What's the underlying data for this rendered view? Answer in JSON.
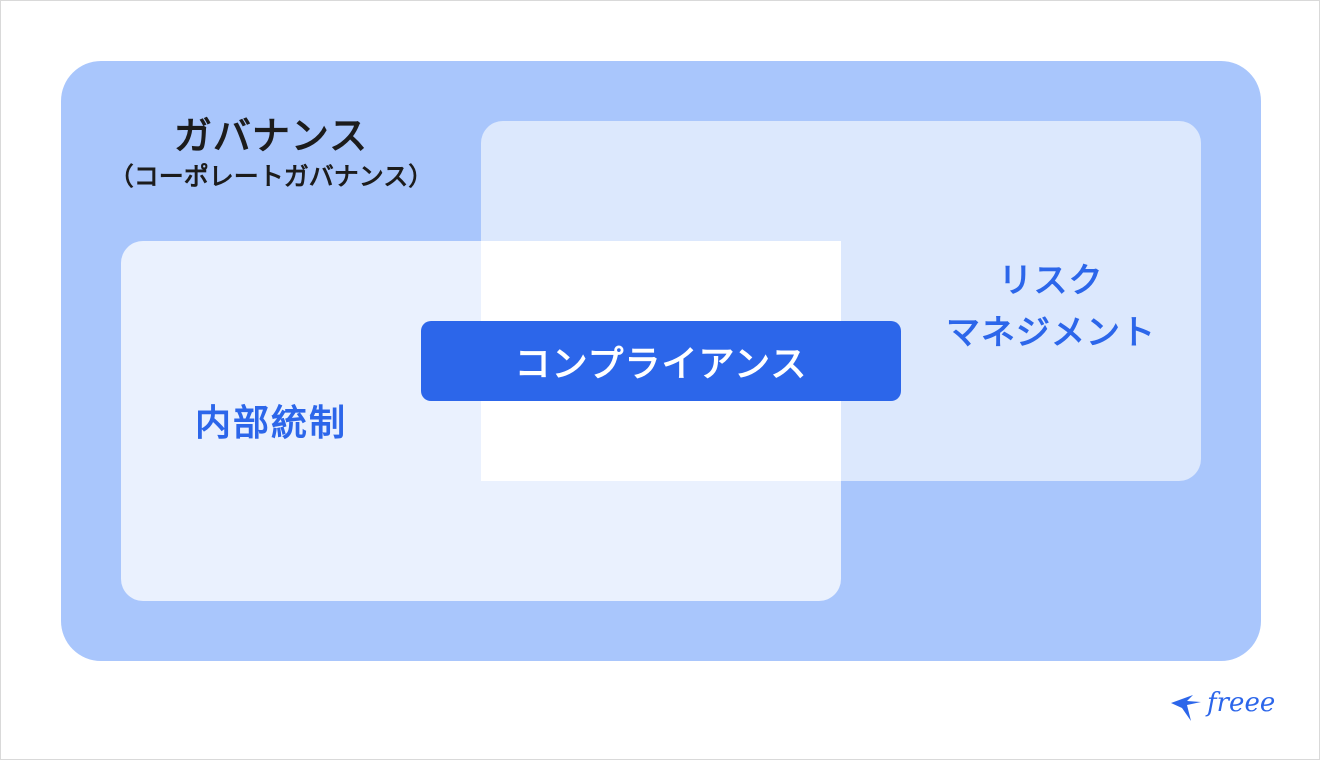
{
  "colors": {
    "outer_fill": "#a9c6fc",
    "risk_fill": "#dce8fd",
    "control_fill": "#eaf1fe",
    "overlap_fill": "#ffffff",
    "accent": "#2c66ea",
    "title_text": "#1c1c1c",
    "frame_border": "#d9d9d9"
  },
  "governance": {
    "title": "ガバナンス",
    "subtitle": "（コーポレートガバナンス）"
  },
  "risk_management": {
    "line1": "リスク",
    "line2": "マネジメント"
  },
  "internal_control": {
    "label": "内部統制"
  },
  "compliance": {
    "label": "コンプライアンス"
  },
  "logo": {
    "text": "freee",
    "icon": "freee-bird-logo-icon"
  }
}
